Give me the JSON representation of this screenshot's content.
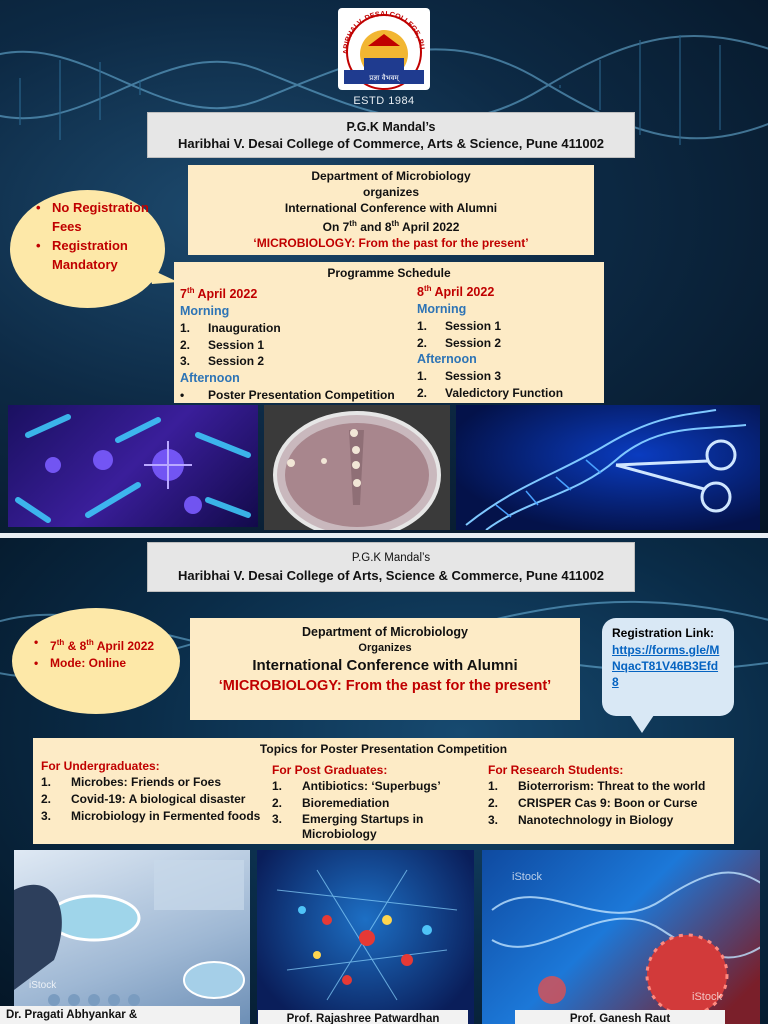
{
  "top": {
    "logo": {
      "arc_text": "HARIBHAI V. DESAI COLLEGE, PUNE",
      "motto": "प्रज्ञा वैभवम्",
      "estd": "ESTD 1984"
    },
    "mandal": "P.G.K Mandal’s",
    "college": "Haribhai V. Desai College of Commerce, Arts & Science, Pune 411002",
    "bubble_items": [
      "No Registration Fees",
      "Registration Mandatory"
    ],
    "announce": {
      "dept": "Department of Microbiology",
      "organizes": "organizes",
      "conf": "International Conference  with Alumni",
      "dates_pre": "On 7",
      "dates_sup1": "th",
      "dates_mid": " and 8",
      "dates_sup2": "th",
      "dates_post": " April 2022",
      "theme": "‘MICROBIOLOGY: From the past for the present’"
    },
    "schedule": {
      "title": "Programme Schedule",
      "day1": {
        "date_pre": "7",
        "date_sup": "th",
        "date_post": " April 2022",
        "morning": "Morning",
        "morning_items": [
          {
            "n": "1.",
            "t": "Inauguration"
          },
          {
            "n": "2.",
            "t": "Session 1"
          },
          {
            "n": "3.",
            "t": "Session 2"
          }
        ],
        "afternoon": "Afternoon",
        "afternoon_items": [
          {
            "n": "•",
            "t": "Poster Presentation Competition"
          }
        ]
      },
      "day2": {
        "date_pre": "8",
        "date_sup": "th",
        "date_post": " April 2022",
        "morning": "Morning",
        "morning_items": [
          {
            "n": "1.",
            "t": "Session 1"
          },
          {
            "n": "2.",
            "t": "Session 2"
          }
        ],
        "afternoon": "Afternoon",
        "afternoon_items": [
          {
            "n": "1.",
            "t": "Session 3"
          },
          {
            "n": "2.",
            "t": "Valedictory Function"
          }
        ]
      }
    }
  },
  "bottom": {
    "mandal": "P.G.K Mandal’s",
    "college": "Haribhai V. Desai College of Arts, Science & Commerce, Pune 411002",
    "bubble": {
      "dates_pre": "7",
      "dates_sup1": "th",
      "dates_mid": " & 8",
      "dates_sup2": "th",
      "dates_post": " April 2022",
      "mode": "Mode: Online"
    },
    "announce": {
      "dept": "Department of Microbiology",
      "organizes": "Organizes",
      "conf": "International Conference with Alumni",
      "theme": "‘MICROBIOLOGY: From the past for the present’"
    },
    "registration": {
      "label": "Registration Link:",
      "link": "https://forms.gle/MNqacT81V46B3Efd8"
    },
    "topics": {
      "title": "Topics for Poster Presentation Competition",
      "ug": {
        "heading": "For Undergraduates:",
        "items": [
          {
            "n": "1.",
            "t": "Microbes: Friends or Foes"
          },
          {
            "n": "2.",
            "t": "Covid-19: A biological disaster"
          },
          {
            "n": "3.",
            "t": "Microbiology in Fermented foods"
          }
        ]
      },
      "pg": {
        "heading": "For Post Graduates:",
        "items": [
          {
            "n": "1.",
            "t": "Antibiotics: ‘Superbugs’"
          },
          {
            "n": "2.",
            "t": "Bioremediation"
          },
          {
            "n": "3.",
            "t": "Emerging Startups in Microbiology"
          }
        ]
      },
      "rs": {
        "heading": "For Research Students:",
        "items": [
          {
            "n": "1.",
            "t": "Bioterrorism: Threat to the world"
          },
          {
            "n": "2.",
            "t": "CRISPER Cas 9: Boon or Curse"
          },
          {
            "n": "3.",
            "t": "Nanotechnology in Biology"
          }
        ]
      }
    },
    "captions": [
      "Dr. Pragati Abhyankar &",
      "Prof. Rajashree Patwardhan",
      "Prof. Ganesh Raut"
    ],
    "watermark": "iStock"
  },
  "colors": {
    "red": "#c00000",
    "blue": "#2e74b5",
    "cream": "#fdebc6",
    "bubble": "#fde8a8",
    "link": "#0563c1"
  }
}
